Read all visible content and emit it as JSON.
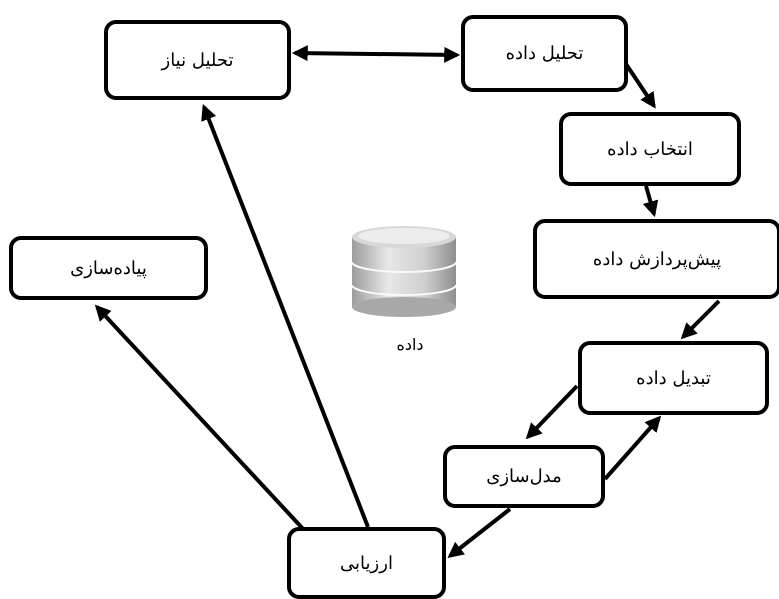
{
  "nodes": {
    "requirement_analysis": "تحلیل نیاز",
    "data_analysis": "تحلیل داده",
    "data_selection": "انتخاب داده",
    "preprocessing": "پیش‌پردازش داده",
    "data_transformation": "تبدیل داده",
    "modeling": "مدل‌سازی",
    "evaluation": "ارزیابی",
    "deployment": "پیاده‌سازی"
  },
  "database": {
    "label": "داده",
    "icon": "database-icon"
  },
  "colors": {
    "stroke": "#000000",
    "background": "#ffffff",
    "db_light": "#e6e6e6",
    "db_dark": "#a9a9a9"
  }
}
